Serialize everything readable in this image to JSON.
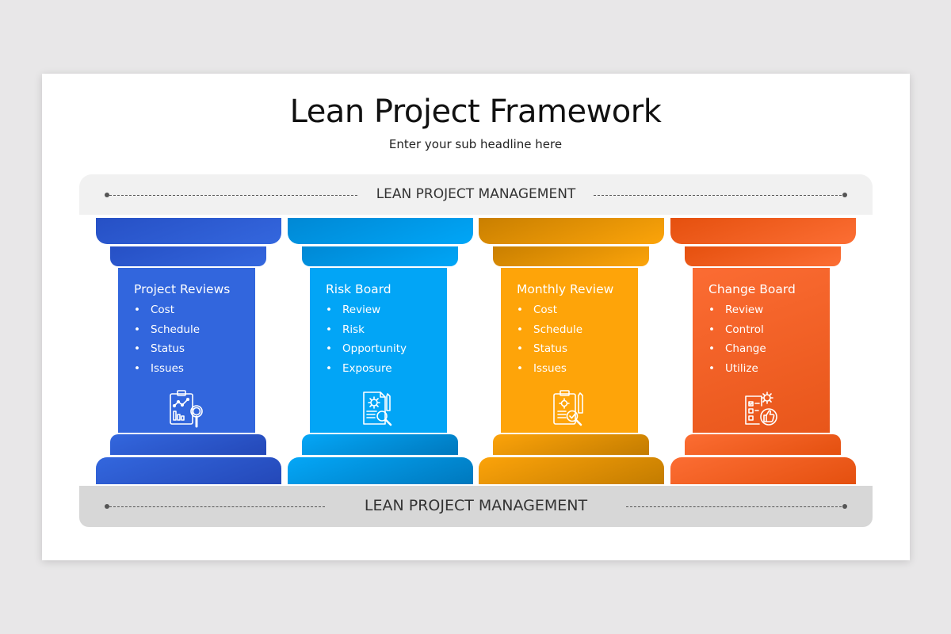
{
  "slide": {
    "title": "Lean Project Framework",
    "subtitle": "Enter your sub headline here"
  },
  "top_band": {
    "label": "LEAN PROJECT MANAGEMENT"
  },
  "bottom_band": {
    "label": "LEAN PROJECT MANAGEMENT"
  },
  "pillars": [
    {
      "title": "Project Reviews",
      "color": "#3266dd",
      "icon": "clipboard-chart-magnifier-icon",
      "items": [
        "Cost",
        "Schedule",
        "Status",
        "Issues"
      ]
    },
    {
      "title": "Risk Board",
      "color": "#02a5f6",
      "icon": "document-gear-magnifier-icon",
      "items": [
        "Review",
        "Risk",
        "Opportunity",
        "Exposure"
      ]
    },
    {
      "title": "Monthly Review",
      "color": "#fea409",
      "icon": "clipboard-gear-checkmark-icon",
      "items": [
        "Cost",
        "Schedule",
        "Status",
        "Issues"
      ]
    },
    {
      "title": "Change Board",
      "color": "#f8642a",
      "icon": "checklist-gear-thumbsup-icon",
      "items": [
        "Review",
        "Control",
        "Change",
        "Utilize"
      ]
    }
  ],
  "bullet": "•"
}
